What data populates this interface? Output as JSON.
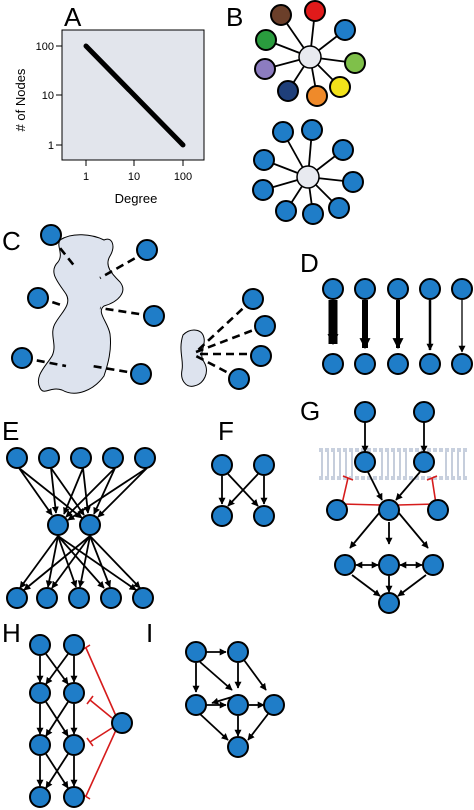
{
  "panel_labels": {
    "A": "A",
    "B": "B",
    "C": "C",
    "D": "D",
    "E": "E",
    "F": "F",
    "G": "G",
    "H": "H",
    "I": "I"
  },
  "panel_a": {
    "xlabel": "Degree",
    "ylabel": "# of Nodes",
    "x_ticks": [
      "1",
      "10",
      "100"
    ],
    "y_ticks": [
      "100",
      "10",
      "1"
    ],
    "line": {
      "x": [
        1,
        100
      ],
      "y": [
        100,
        1
      ]
    }
  },
  "colors": {
    "node": "#1f7dc8",
    "hub": "#e8eaf0",
    "blob": "#dde3ee",
    "inhibition": "#d61c1c",
    "membrane": "#b8c2d4",
    "b_nodes": [
      "#6b3f2a",
      "#e01a1a",
      "#2a9c3e",
      "#8c7cc0",
      "#1f3f7a",
      "#ef8a2a",
      "#f2e21a",
      "#7fc04a",
      "#1f7dc8"
    ]
  }
}
